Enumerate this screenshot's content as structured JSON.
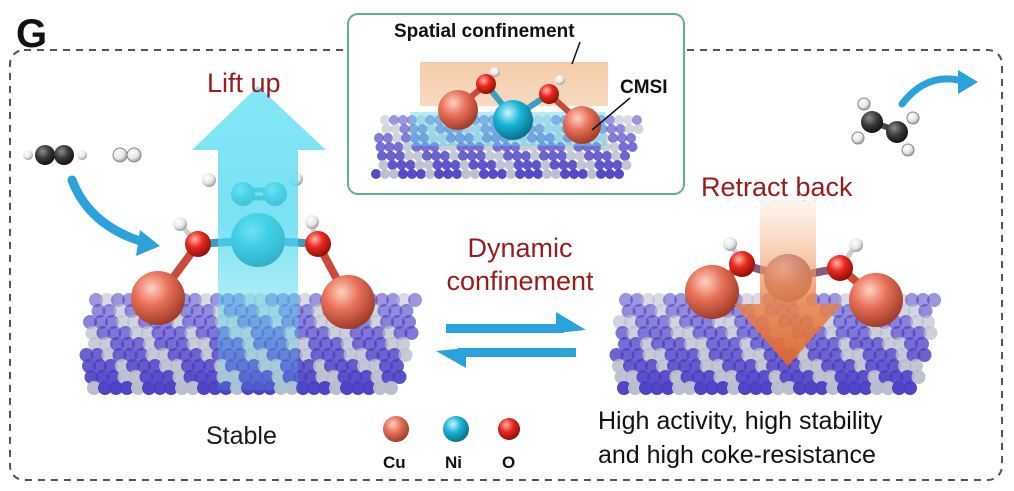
{
  "panel_label": "G",
  "labels": {
    "lift_up": "Lift up",
    "retract_back": "Retract back",
    "dynamic_confinement_line1": "Dynamic",
    "dynamic_confinement_line2": "confinement",
    "spatial_confinement": "Spatial confinement",
    "cmsi": "CMSI",
    "stable": "Stable",
    "result_line1": "High activity, high stability",
    "result_line2": "and high coke-resistance"
  },
  "legend": [
    {
      "label": "Cu",
      "color": "#e8715a"
    },
    {
      "label": "Ni",
      "color": "#19b5d6"
    },
    {
      "label": "O",
      "color": "#e8281e"
    }
  ],
  "colors": {
    "cu": "#e8715a",
    "ni": "#19b5d6",
    "o": "#e8281e",
    "dark_red_text": "#9b1b1b",
    "cyan_arrow": "#4fd8ee",
    "orange_arrow": "#e87a3a",
    "inset_border": "#5bb58a",
    "equilibrium_arrows": "#2aa3dd",
    "substrate_blue": "#4a3fc4",
    "substrate_grey": "#b9bccc",
    "dashed_border": "#555555"
  }
}
